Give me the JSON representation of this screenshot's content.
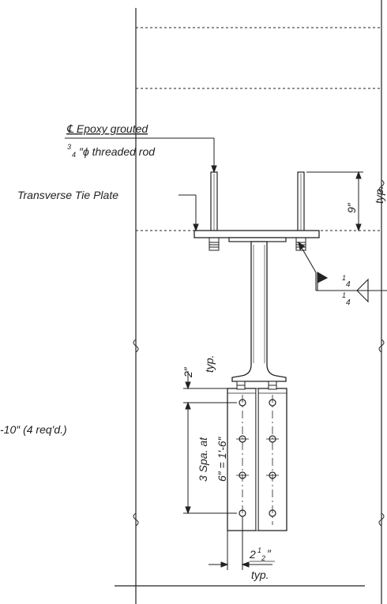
{
  "labels": {
    "rod_line1": "℄ Epoxy grouted",
    "rod_line2_frac_num": "3",
    "rod_line2_frac_den": "4",
    "rod_line2_rest": "″ϕ threaded rod",
    "tie_plate": "Transverse Tie Plate",
    "dim_9": "9″",
    "typ_1": "typ.",
    "weld_top": "1",
    "weld_top_den": "4",
    "weld_bot": "1",
    "weld_bot_den": "4",
    "dim_2": "2″",
    "typ_2": "typ.",
    "spacing_line1": "3 Spa. at",
    "spacing_line2": "6″ = 1′-6″",
    "bolts_note": "-10″ (4 req'd.)",
    "dim_2half_whole": "2",
    "dim_2half_num": "1",
    "dim_2half_den": "2",
    "dim_2half_mark": "″",
    "typ_3": "typ."
  },
  "colors": {
    "line": "#222222",
    "background": "#ffffff"
  }
}
